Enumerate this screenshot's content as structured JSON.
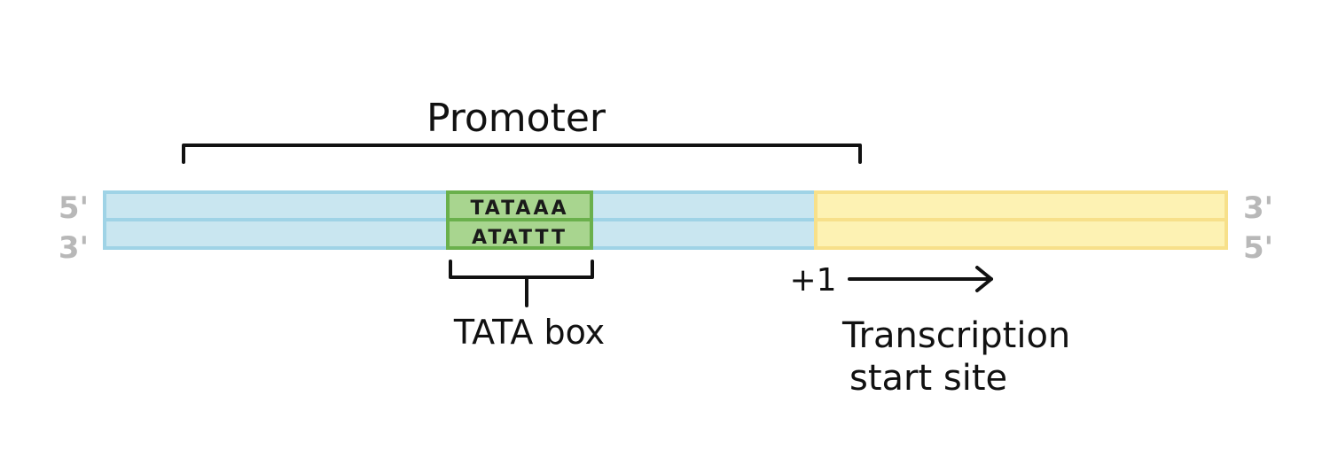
{
  "labels": {
    "promoter": "Promoter",
    "tata_box": "TATA box",
    "plus_one": "+1",
    "tss_line1": "Transcription",
    "tss_line2": "start site"
  },
  "strand_ends": {
    "top_left": "5'",
    "bottom_left": "3'",
    "top_right": "3'",
    "bottom_right": "5'"
  },
  "sequence": {
    "top": "TATAAA",
    "bottom": "ATATTT"
  },
  "colors": {
    "promoter_region": "#c9e6f0",
    "promoter_border": "#9fd3e6",
    "gene_region": "#fdf2b3",
    "gene_border": "#f7e08a",
    "tata_fill": "#a8d58f",
    "tata_border": "#6ab04c",
    "end_labels": "#b8b8b8",
    "ink": "#111111"
  }
}
